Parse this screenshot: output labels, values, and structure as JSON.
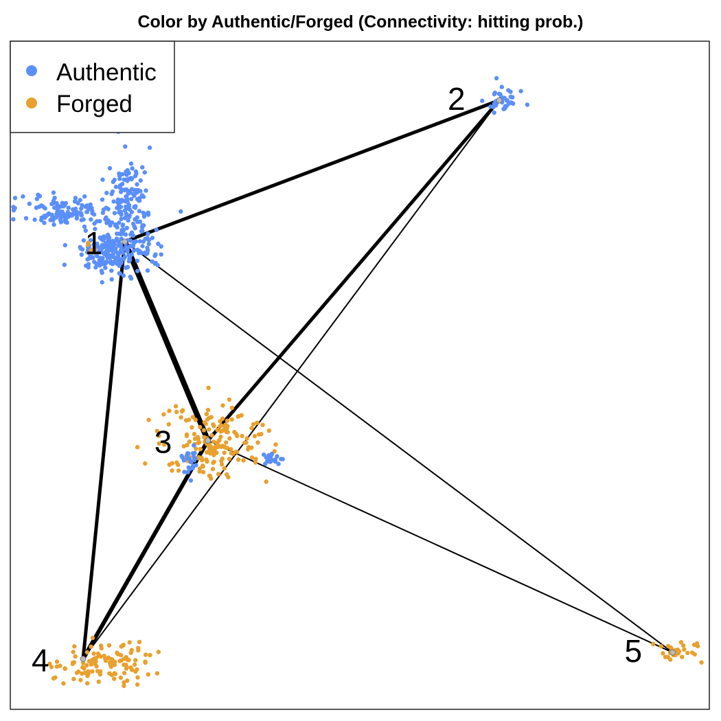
{
  "chart_data": {
    "type": "scatter",
    "title": "Color by Authentic/Forged (Connectivity: hitting prob.)",
    "xlabel": "",
    "ylabel": "",
    "axes_visible": false,
    "grid": false,
    "legend_position": "top-left",
    "series": [
      {
        "name": "Authentic",
        "color": "#5B8FF9"
      },
      {
        "name": "Forged",
        "color": "#E8A02E"
      }
    ],
    "nodes": [
      {
        "id": 1,
        "label": "1",
        "x": 0.16,
        "y": 0.72,
        "points": [
          {
            "series": "Authentic",
            "count": 500
          },
          {
            "series": "Forged",
            "count": 8
          }
        ]
      },
      {
        "id": 2,
        "label": "2",
        "x": 0.7,
        "y": 0.94,
        "points": [
          {
            "series": "Authentic",
            "count": 40
          }
        ]
      },
      {
        "id": 3,
        "label": "3",
        "x": 0.28,
        "y": 0.41,
        "points": [
          {
            "series": "Forged",
            "count": 180
          },
          {
            "series": "Authentic",
            "count": 45
          }
        ]
      },
      {
        "id": 4,
        "label": "4",
        "x": 0.1,
        "y": 0.07,
        "points": [
          {
            "series": "Forged",
            "count": 120
          }
        ]
      },
      {
        "id": 5,
        "label": "5",
        "x": 0.95,
        "y": 0.08,
        "points": [
          {
            "series": "Forged",
            "count": 30
          }
        ]
      }
    ],
    "edges": [
      {
        "from": 1,
        "to": 2,
        "weight": 5
      },
      {
        "from": 1,
        "to": 3,
        "weight": 8
      },
      {
        "from": 1,
        "to": 4,
        "weight": 5
      },
      {
        "from": 1,
        "to": 5,
        "weight": 2
      },
      {
        "from": 2,
        "to": 3,
        "weight": 5
      },
      {
        "from": 2,
        "to": 4,
        "weight": 2
      },
      {
        "from": 3,
        "to": 4,
        "weight": 6
      },
      {
        "from": 3,
        "to": 5,
        "weight": 2
      }
    ]
  }
}
